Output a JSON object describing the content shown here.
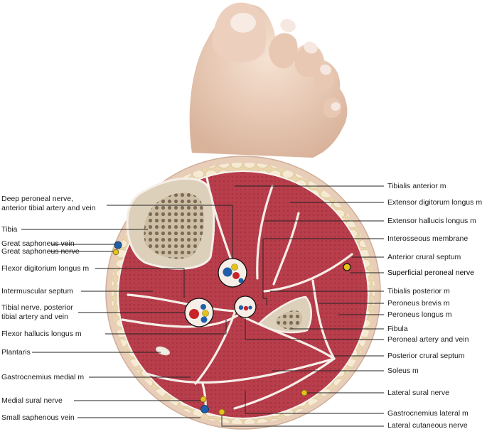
{
  "labels_left": [
    {
      "id": "deep-peroneal",
      "line1": "Deep peroneal nerve,",
      "line2": "anterior tibial artery and vein"
    },
    {
      "id": "tibia",
      "line1": "Tibia"
    },
    {
      "id": "great-saph-vein",
      "line1": "Great saphoneus vein"
    },
    {
      "id": "great-saph-nerve",
      "line1": "Great saphoneus nerve"
    },
    {
      "id": "fdl",
      "line1": "Flexor digitorium longus m"
    },
    {
      "id": "intermuscular",
      "line1": "Intermuscular septum"
    },
    {
      "id": "tibial-nerve",
      "line1": "Tibial nerve, posterior",
      "line2": "tibial artery and vein"
    },
    {
      "id": "fhl",
      "line1": "Flexor hallucis longus m"
    },
    {
      "id": "plantaris",
      "line1": "Plantaris"
    },
    {
      "id": "gastroc-medial",
      "line1": "Gastrocnemius medial m"
    },
    {
      "id": "medial-sural",
      "line1": "Medial sural nerve"
    },
    {
      "id": "small-saph",
      "line1": "Small saphenous vein"
    }
  ],
  "labels_right": [
    {
      "id": "tib-ant",
      "line1": "Tibialis anterior m"
    },
    {
      "id": "edl",
      "line1": "Extensor digitorum longus m"
    },
    {
      "id": "ehl",
      "line1": "Extensor hallucis longus m"
    },
    {
      "id": "interosseous",
      "line1": "Interosseous membrane"
    },
    {
      "id": "ant-crural",
      "line1": "Anterior crural septum"
    },
    {
      "id": "sup-peroneal",
      "line1": "Superficial peroneal nerve"
    },
    {
      "id": "tib-post",
      "line1": "Tibialis posterior m"
    },
    {
      "id": "per-brevis",
      "line1": "Peroneus brevis m"
    },
    {
      "id": "per-longus",
      "line1": "Peroneus longus m"
    },
    {
      "id": "fibula",
      "line1": "Fibula"
    },
    {
      "id": "peroneal-artery",
      "line1": "Peroneal artery and vein"
    },
    {
      "id": "post-crural",
      "line1": "Posterior crural septum"
    },
    {
      "id": "soleus",
      "line1": "Soleus m"
    },
    {
      "id": "lat-sural",
      "line1": "Lateral sural nerve"
    },
    {
      "id": "gastroc-lateral",
      "line1": "Gastrocnemius lateral m"
    },
    {
      "id": "lat-cutaneous",
      "line1": "Lateral cutaneous nerve"
    }
  ],
  "colors": {
    "skin": "#e9cfbd",
    "fat": "#f1e3c6",
    "muscle": "#b8404d",
    "bone": "#d9cbb4",
    "fascia": "#f7f3ee",
    "vein": "#1f5fa8",
    "artery": "#c8232b",
    "nerve": "#e3c21c"
  }
}
